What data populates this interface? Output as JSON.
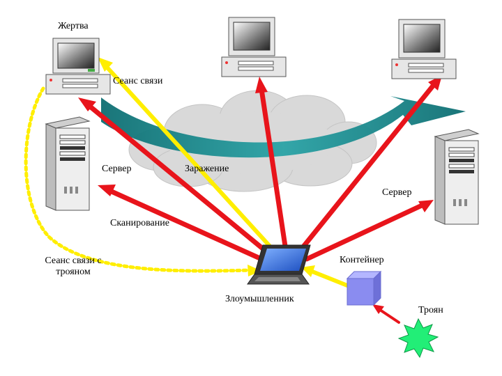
{
  "labels": {
    "victim": "Жертва",
    "session": "Сеанс связи",
    "server_left": "Сервер",
    "infection": "Заражение",
    "server_right": "Сервер",
    "scanning": "Сканирование",
    "trojan_session_1": "Сеанс связи с",
    "trojan_session_2": "трояном",
    "container": "Контейнер",
    "attacker": "Злоумышленник",
    "trojan": "Троян"
  },
  "colors": {
    "attack_arrow": "#e8141b",
    "session_arrow": "#ffee00",
    "trojan_session_dots": "#ffee00",
    "teal_arc": "#1a8a8e",
    "cloud": "#d6d6d6",
    "container": "#8a8cf0",
    "trojan_star": "#22ee77",
    "monitor_screen": "#2f6fe0"
  },
  "icons": [
    "desktop-computer-icon",
    "server-tower-icon",
    "laptop-icon",
    "cube-icon",
    "burst-star-icon",
    "cloud-icon"
  ]
}
